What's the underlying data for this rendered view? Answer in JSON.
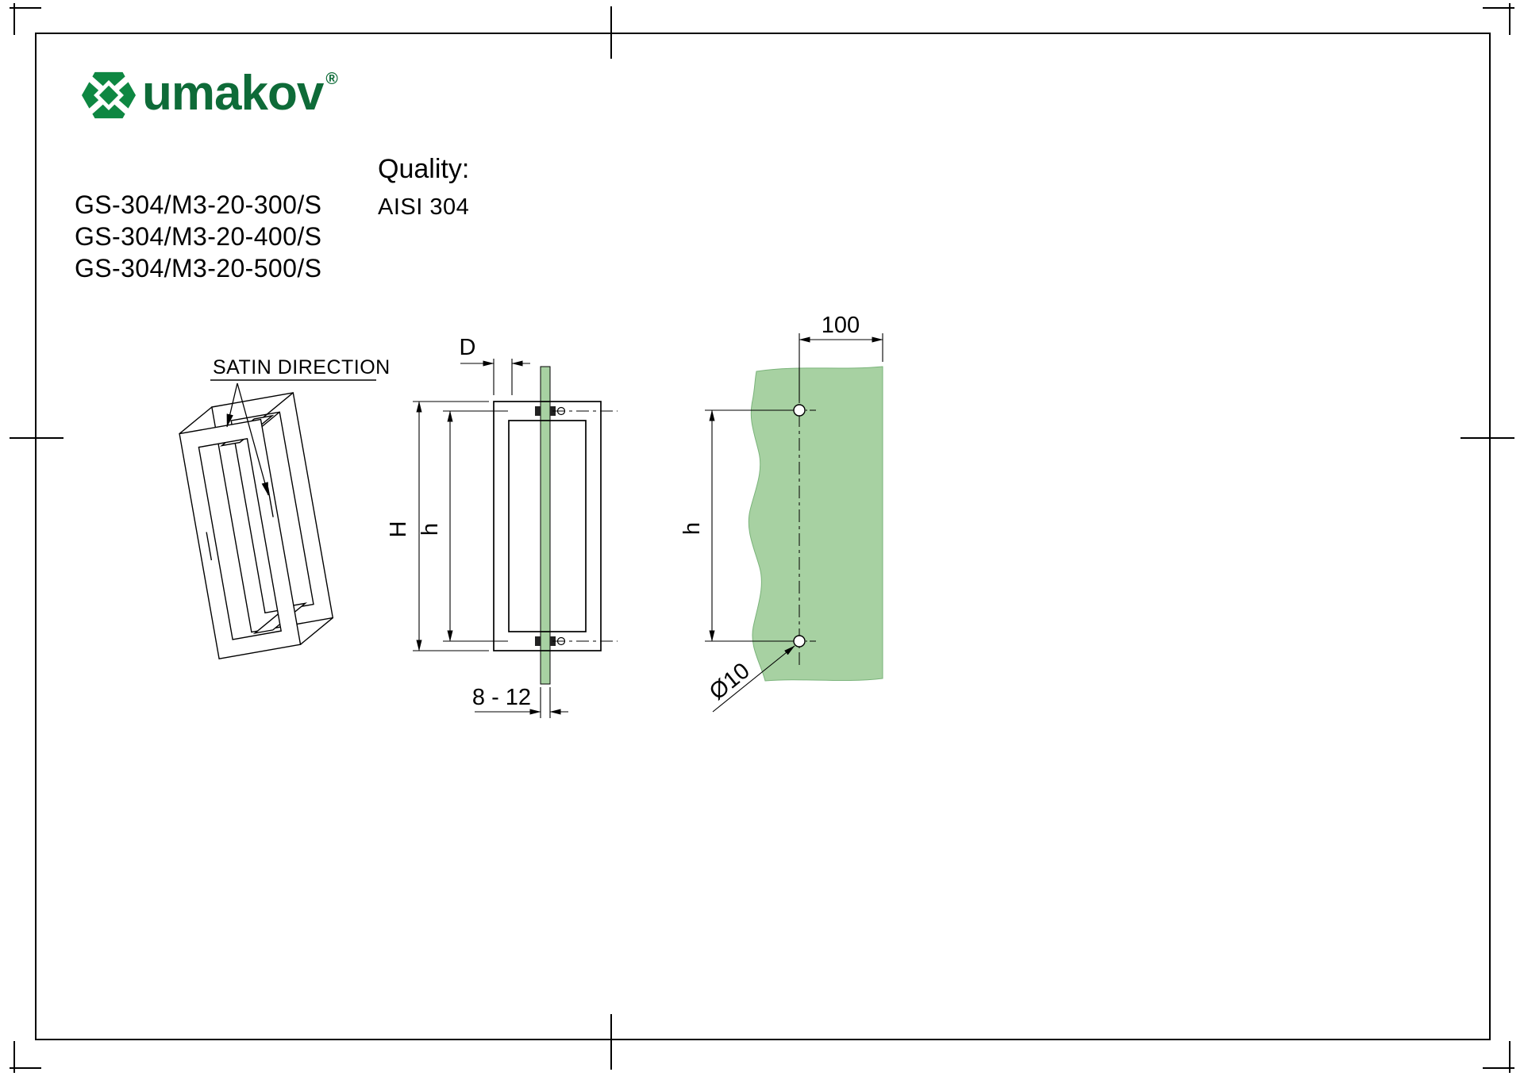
{
  "colors": {
    "brand_green": "#0e8742",
    "brand_text_green": "#0e6b38",
    "glass_green": "#a7d1a2",
    "line_black": "#000000"
  },
  "brand": {
    "name": "umakov",
    "registered": "®"
  },
  "product_codes": [
    "GS-304/M3-20-300/S",
    "GS-304/M3-20-400/S",
    "GS-304/M3-20-500/S"
  ],
  "quality": {
    "label": "Quality:",
    "value": "AISI 304"
  },
  "labels": {
    "satin_direction": "SATIN DIRECTION",
    "dim_d": "D",
    "dim_H": "H",
    "dim_h_side": "h",
    "dim_glass_thickness": "8 - 12",
    "dim_hole_spacing_width": "100",
    "dim_h_front": "h",
    "dim_hole_diameter": "Ø10"
  }
}
